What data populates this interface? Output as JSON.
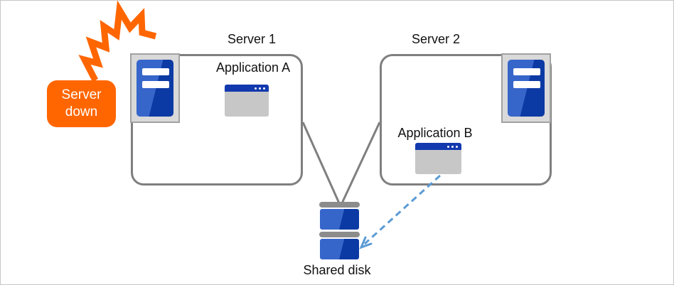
{
  "diagram": {
    "badge": {
      "line1": "Server",
      "line2": "down"
    },
    "server1": {
      "label": "Server 1",
      "app": {
        "label": "Application A"
      }
    },
    "server2": {
      "label": "Server 2",
      "app": {
        "label": "Application B"
      }
    },
    "shared_disk": {
      "label": "Shared disk"
    }
  },
  "colors": {
    "accent-orange": "#FF6600",
    "box-border-gray": "#7f7f7f",
    "icon-frame-fill": "#d9d9d9",
    "icon-frame-border": "#a1a1a1",
    "server-blue-light": "#3766CB",
    "server-blue-dark": "#0C3AA4",
    "window-title-blue": "#1239AE",
    "window-body-gray": "#c7c7c7",
    "disk-bar-gray": "#8c8c8c",
    "arrow-dashed-blue": "#5B9BD5"
  }
}
